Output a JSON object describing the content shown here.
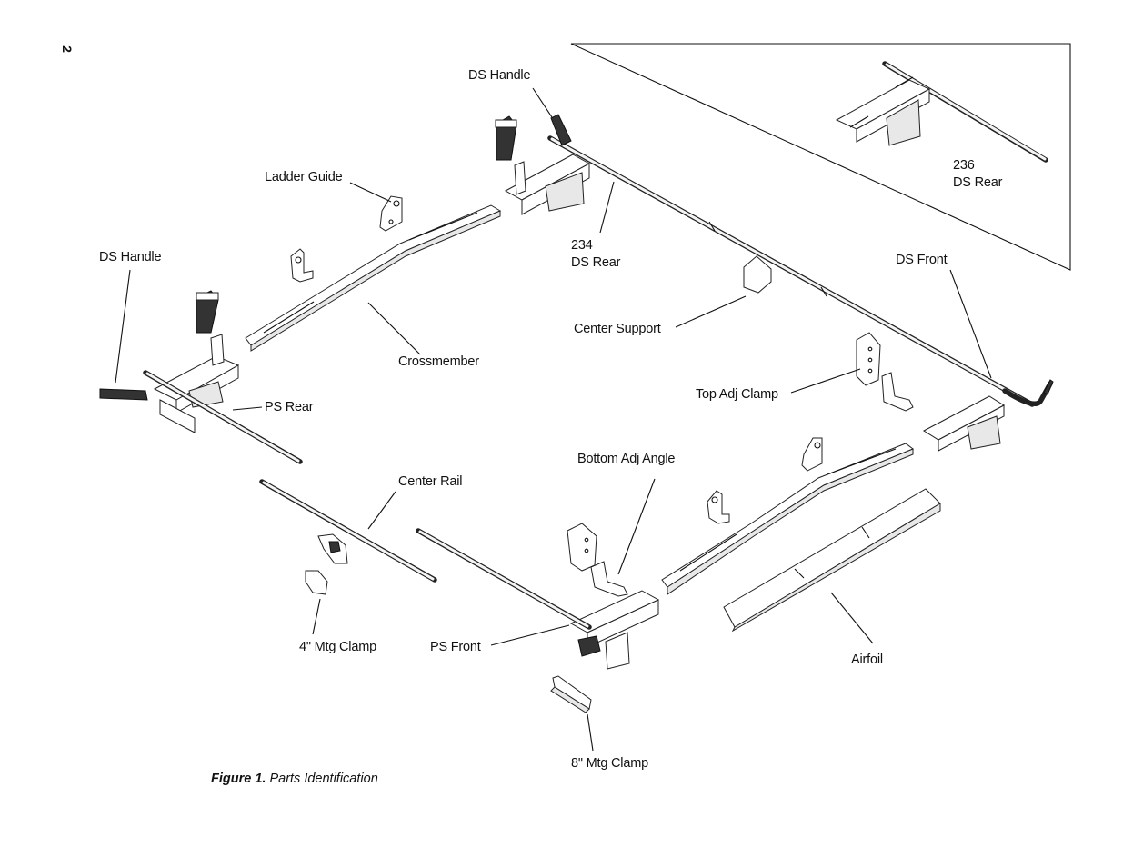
{
  "page_number": "2",
  "caption": {
    "figure": "Figure 1.",
    "text": "Parts Identification"
  },
  "labels": {
    "ds_handle_top": "DS Handle",
    "ladder_guide": "Ladder Guide",
    "ds_handle_left": "DS Handle",
    "crossmember": "Crossmember",
    "ps_rear": "PS Rear",
    "ds_rear_234_num": "234",
    "ds_rear_234_text": "DS Rear",
    "center_support": "Center Support",
    "ds_front": "DS Front",
    "top_adj_clamp": "Top Adj Clamp",
    "bottom_adj_angle": "Bottom Adj Angle",
    "center_rail": "Center Rail",
    "mtg_clamp_4": "4\" Mtg Clamp",
    "ps_front": "PS Front",
    "airfoil": "Airfoil",
    "mtg_clamp_8": "8\" Mtg Clamp",
    "ds_rear_236_num": "236",
    "ds_rear_236_text": "DS Rear"
  }
}
